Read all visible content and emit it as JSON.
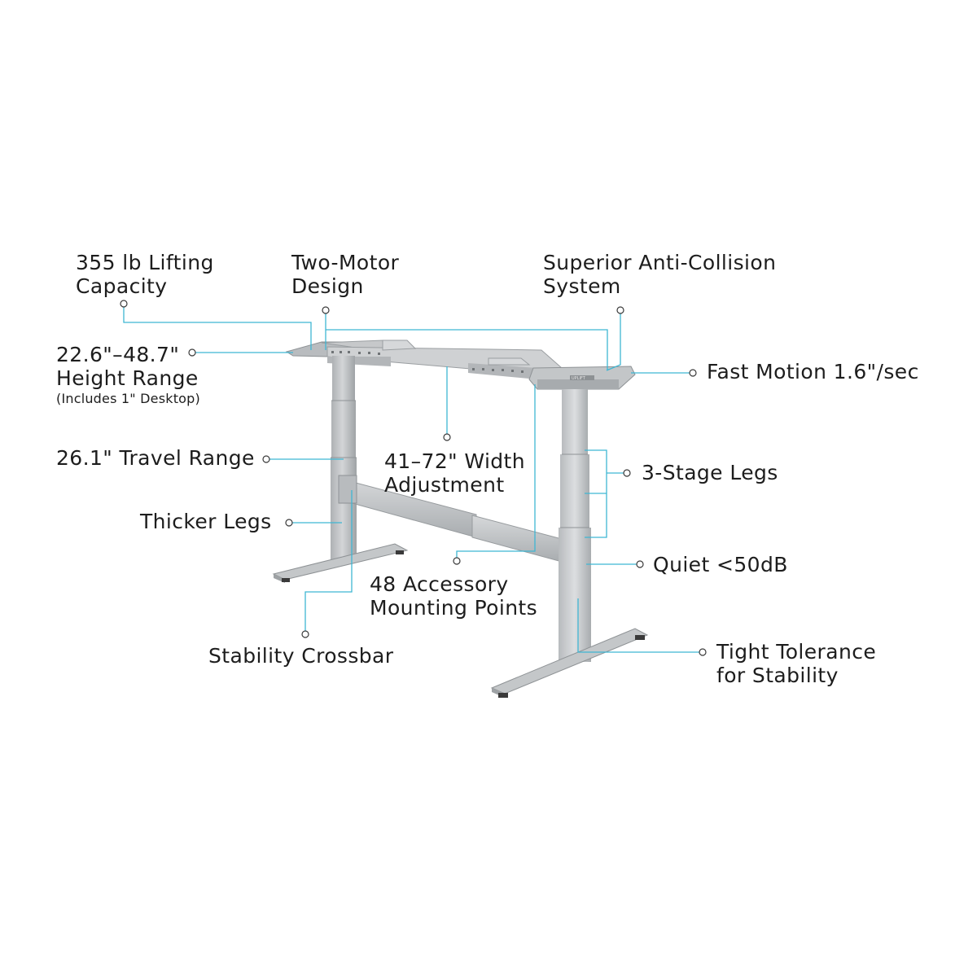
{
  "colors": {
    "leader": "#3fb6d3",
    "frame_light": "#c9cbcd",
    "frame_mid": "#b5b8bb",
    "frame_dark": "#8f9396",
    "foot_dark": "#3a3a3a"
  },
  "frame_badge": "UPLIFT",
  "labels": {
    "lifting_capacity": [
      "355 lb Lifting",
      "Capacity"
    ],
    "two_motor": [
      "Two-Motor",
      "Design"
    ],
    "anti_collision": [
      "Superior Anti-Collision",
      "System"
    ],
    "height_range": [
      "22.6\"–48.7\"",
      "Height Range"
    ],
    "height_note": "(Includes 1\" Desktop)",
    "fast_motion": "Fast Motion 1.6\"/sec",
    "travel_range": "26.1\" Travel Range",
    "width_adjustment": [
      "41–72\" Width",
      "Adjustment"
    ],
    "three_stage": "3-Stage Legs",
    "thicker_legs": "Thicker Legs",
    "quiet": "Quiet <50dB",
    "accessory_points": [
      "48 Accessory",
      "Mounting Points"
    ],
    "stability_crossbar": "Stability Crossbar",
    "tight_tolerance": [
      "Tight Tolerance",
      "for Stability"
    ]
  }
}
